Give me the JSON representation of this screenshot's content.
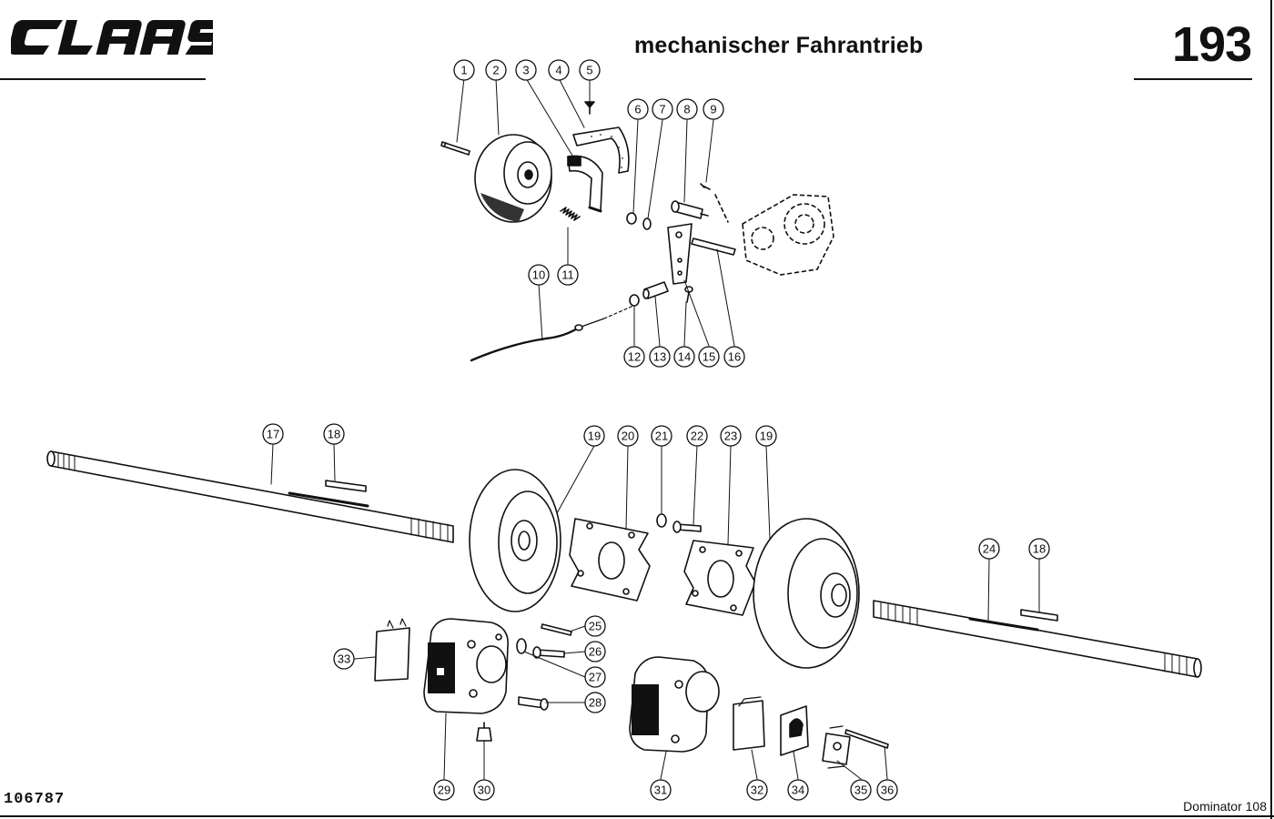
{
  "header": {
    "brand": "CLAAS",
    "title": "mechanischer Fahrantrieb",
    "page_number": "193"
  },
  "callouts": [
    "1",
    "2",
    "3",
    "4",
    "5",
    "6",
    "7",
    "8",
    "9",
    "10",
    "11",
    "12",
    "13",
    "14",
    "15",
    "16",
    "17",
    "18",
    "19",
    "20",
    "21",
    "22",
    "23",
    "19",
    "24",
    "18",
    "25",
    "26",
    "27",
    "28",
    "29",
    "30",
    "31",
    "32",
    "33",
    "34",
    "35",
    "36"
  ],
  "footer": {
    "drawing_number": "106787",
    "model": "Dominator 108"
  },
  "colors": {
    "ink": "#111111",
    "paper": "#ffffff"
  }
}
